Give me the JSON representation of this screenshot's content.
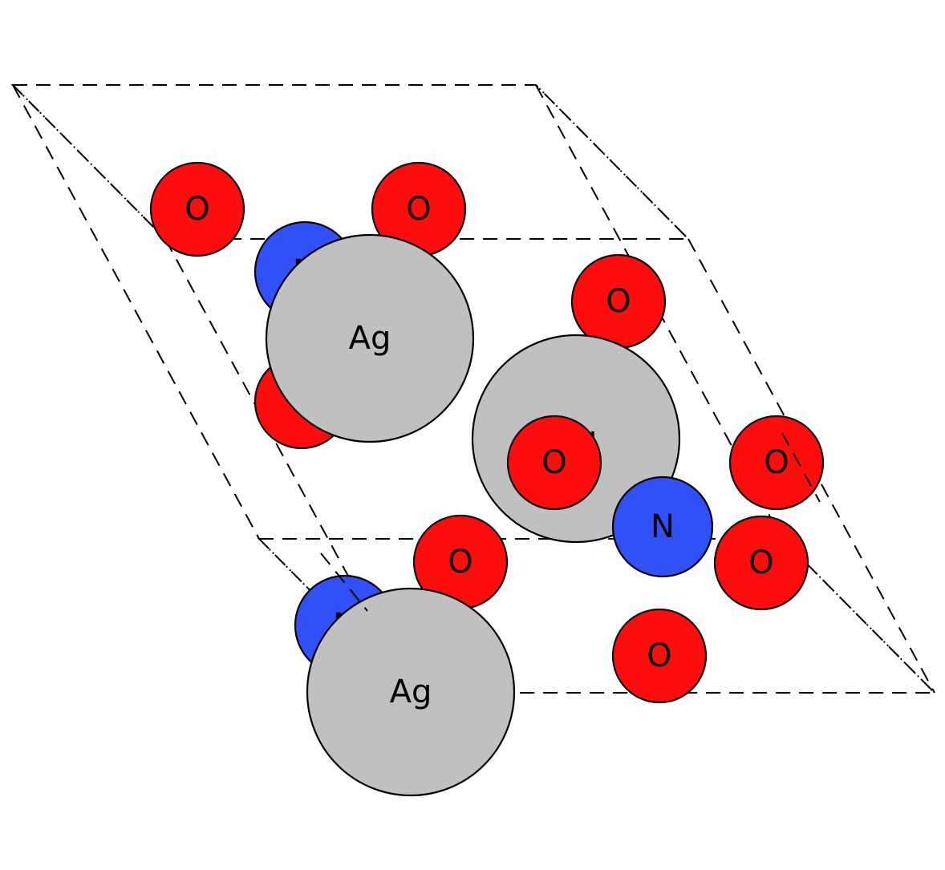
{
  "elements": {
    "O": {
      "label": "O",
      "color": "#ff0d0d"
    },
    "N": {
      "label": "N",
      "color": "#3050f8"
    },
    "Ag": {
      "label": "Ag",
      "color": "#c0c0c0"
    }
  },
  "atoms": [
    {
      "id": "o-top-left",
      "element": "O"
    },
    {
      "id": "o-top-center",
      "element": "O"
    },
    {
      "id": "n-upper",
      "element": "N"
    },
    {
      "id": "o-upper-hidden",
      "element": "O"
    },
    {
      "id": "ag-upper",
      "element": "Ag"
    },
    {
      "id": "o-upper-right",
      "element": "O"
    },
    {
      "id": "ag-middle",
      "element": "Ag"
    },
    {
      "id": "o-on-ag-middle",
      "element": "O"
    },
    {
      "id": "o-right-upper",
      "element": "O"
    },
    {
      "id": "o-lower-center",
      "element": "O"
    },
    {
      "id": "n-right",
      "element": "N"
    },
    {
      "id": "o-right-lower",
      "element": "O"
    },
    {
      "id": "o-bottom-right",
      "element": "O"
    },
    {
      "id": "n-lower",
      "element": "N"
    },
    {
      "id": "ag-lower",
      "element": "Ag"
    }
  ]
}
